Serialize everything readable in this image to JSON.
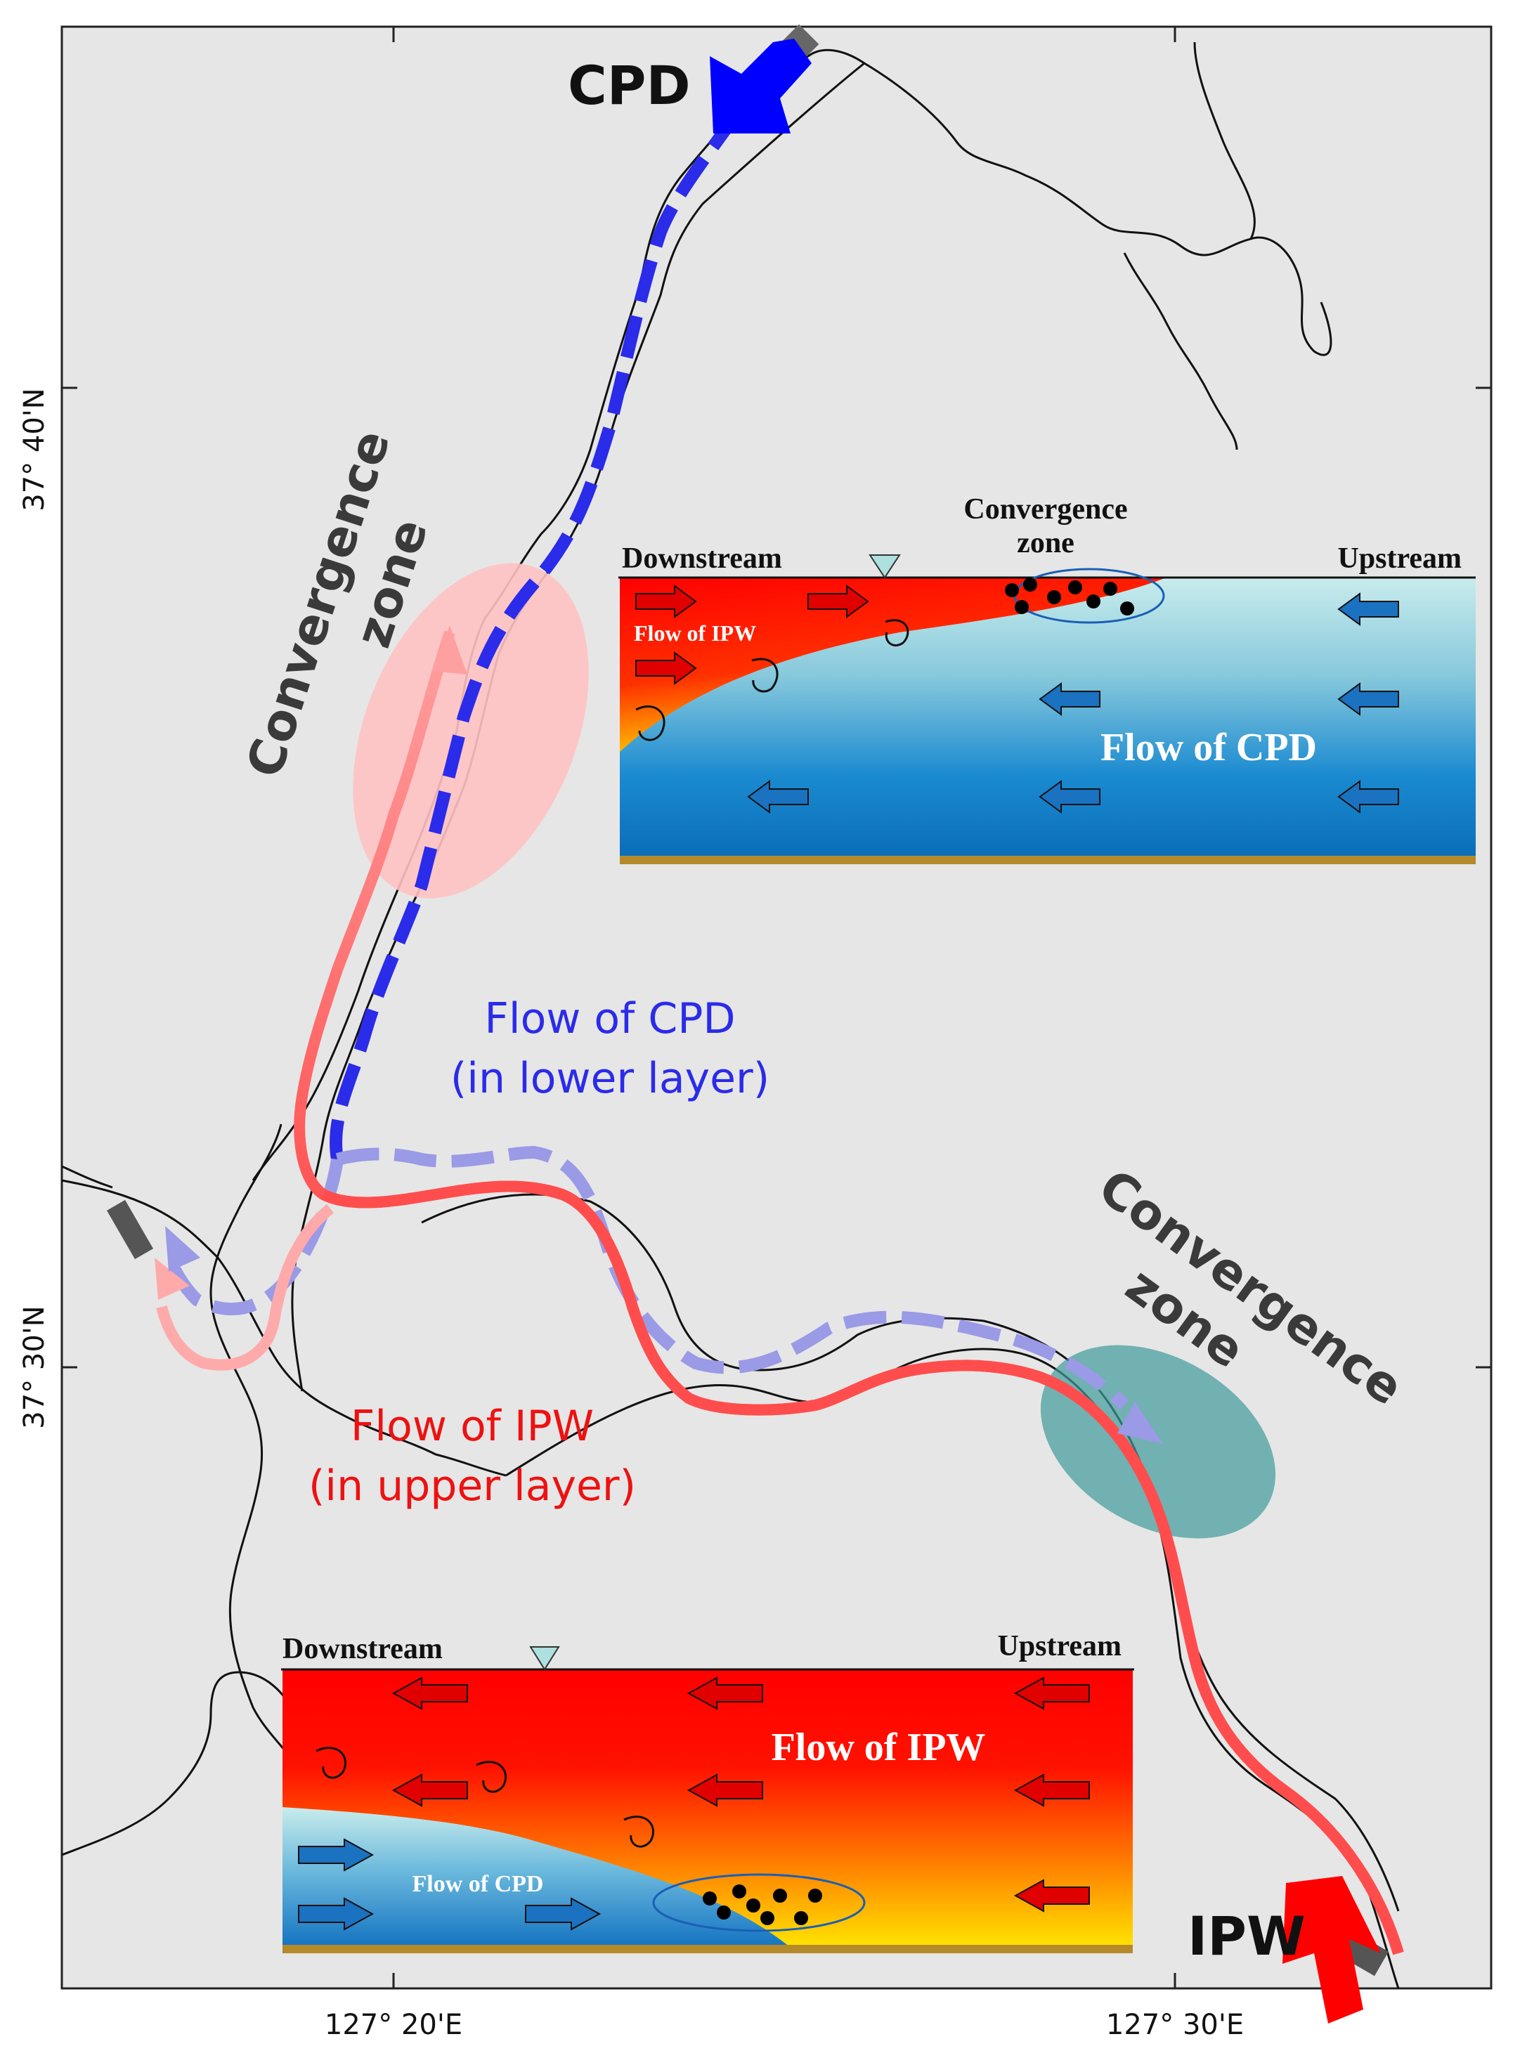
{
  "map": {
    "axes": {
      "lat_ticks": [
        "37° 40'N",
        "37° 30'N"
      ],
      "lon_ticks": [
        "127° 20'E",
        "127° 30'E"
      ]
    },
    "endpoints": {
      "cpd": "CPD",
      "ipw": "IPW"
    },
    "labels": {
      "convergence_nw_line1": "Convergence",
      "convergence_nw_line2": "zone",
      "convergence_se_line1": "Convergence",
      "convergence_se_line2": "zone",
      "cpd_flow_line1": "Flow of CPD",
      "cpd_flow_line2": "(in lower layer)",
      "ipw_flow_line1": "Flow of IPW",
      "ipw_flow_line2": "(in upper layer)"
    },
    "colors": {
      "background": "#e6e6e6",
      "cpd_flow": "#2b2bea",
      "ipw_flow": "#ff1a1a",
      "cpd_light": "#9a9ae6",
      "ipw_light": "#ffaaaa",
      "convergence_pink": "#ffbcbc",
      "convergence_teal": "#3e9a9a"
    }
  },
  "inset_top": {
    "downstream": "Downstream",
    "upstream": "Upstream",
    "convergence_line1": "Convergence",
    "convergence_line2": "zone",
    "ipw_label": "Flow of IPW",
    "cpd_label": "Flow of CPD"
  },
  "inset_bottom": {
    "downstream": "Downstream",
    "upstream": "Upstream",
    "ipw_label": "Flow of IPW",
    "cpd_label": "Flow of CPD"
  }
}
